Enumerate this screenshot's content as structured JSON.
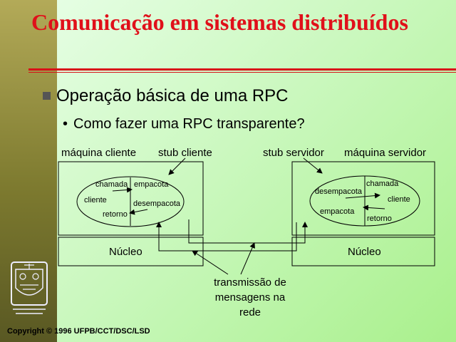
{
  "slide": {
    "title": "Comunicação em sistemas distribuídos",
    "bullet_1": "Operação básica de uma RPC",
    "bullet_2": "Como fazer uma RPC transparente?",
    "copyright": "Copyright © 1996 UFPB/CCT/DSC/LSD"
  },
  "diagram": {
    "label_maquina_cliente": "máquina cliente",
    "label_stub_cliente": "stub cliente",
    "label_stub_servidor": "stub servidor",
    "label_maquina_servidor": "máquina servidor",
    "client": {
      "chamada": "chamada",
      "empacota": "empacota",
      "cliente": "cliente",
      "desempacota": "desempacota",
      "retorno": "retorno"
    },
    "server": {
      "chamada": "chamada",
      "desempacota": "desempacota",
      "cliente": "cliente",
      "empacota": "empacota",
      "retorno": "retorno"
    },
    "nucleo_left": "Núcleo",
    "nucleo_right": "Núcleo",
    "transmissao_line1": "transmissão de",
    "transmissao_line2": "mensagens na",
    "transmissao_line3": "rede"
  },
  "colors": {
    "title": "#e0101a",
    "rule": "#d81018",
    "sidebar": "#7d7a2f"
  },
  "icons": {
    "bullet_square": "square-bullet-icon",
    "logo": "university-crest-logo"
  }
}
